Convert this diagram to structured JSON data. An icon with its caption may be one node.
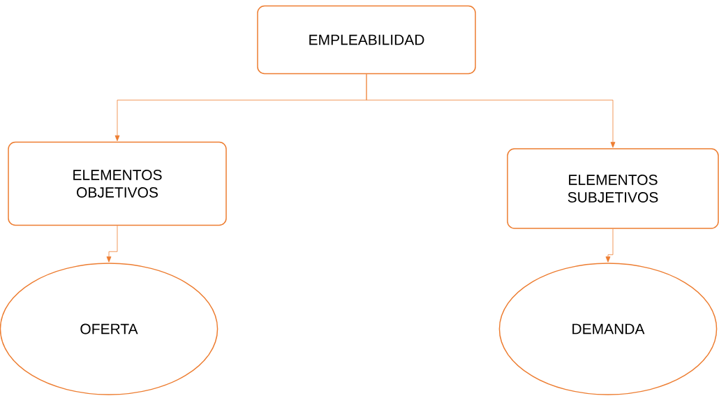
{
  "diagram": {
    "nodes": [
      {
        "text": [
          "EMPLEABILIDAD"
        ]
      },
      {
        "text": [
          "ELEMENTOS OBJETIVOS"
        ]
      },
      {
        "text": [
          "ELEMENTOS SUBJETIVOS"
        ]
      },
      {
        "text": [
          "OFERTA"
        ]
      },
      {
        "text": [
          "DEMANDA"
        ]
      }
    ],
    "edges": [
      {
        "from": 0,
        "to": 1,
        "arrow": "to"
      },
      {
        "from": 0,
        "to": 2,
        "arrow": "to"
      },
      {
        "from": 1,
        "to": 3,
        "arrow": "to"
      },
      {
        "from": 2,
        "to": 4,
        "arrow": "to"
      }
    ]
  }
}
